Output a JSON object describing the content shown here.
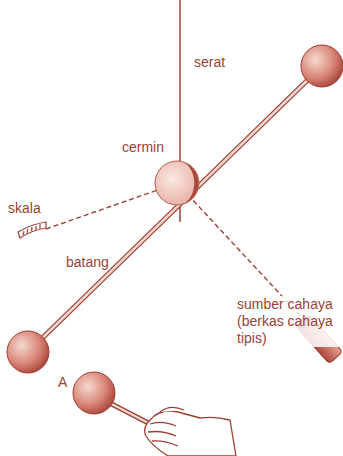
{
  "diagram": {
    "labels": [
      "serat",
      "cermin",
      "skala",
      "batang",
      "sumber cahaya (berkas cahaya tipis)",
      "A"
    ]
  }
}
